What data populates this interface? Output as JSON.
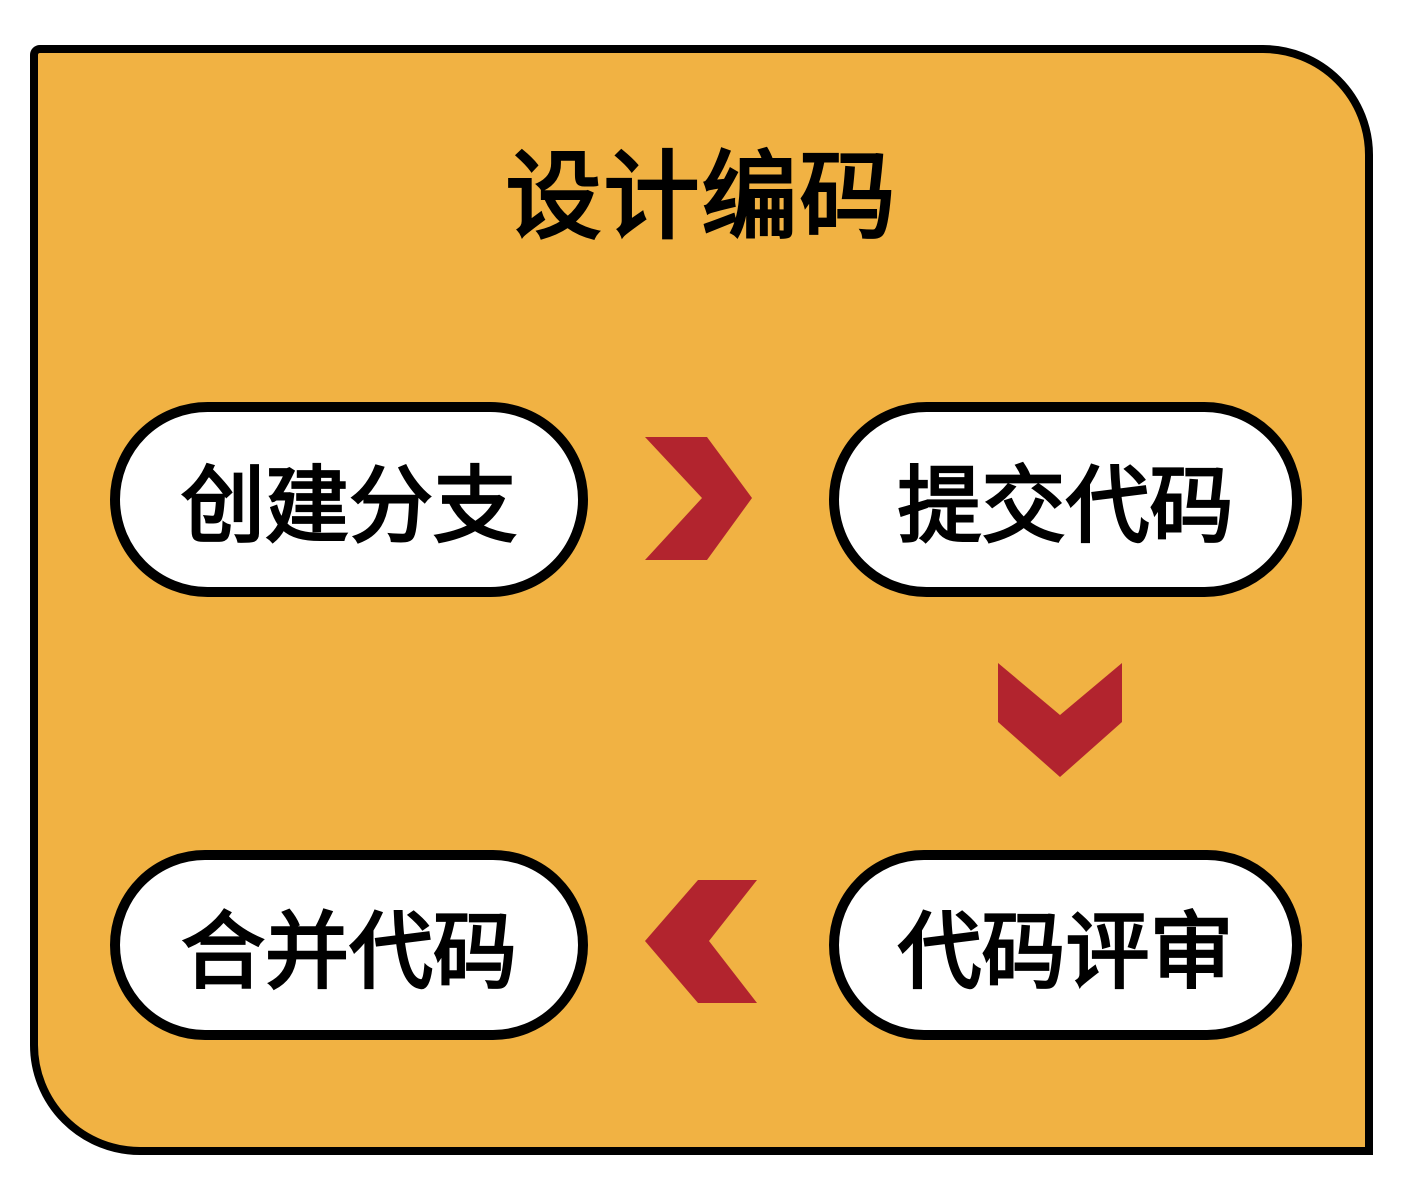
{
  "diagram": {
    "title": "设计编码",
    "nodes": [
      {
        "id": "create-branch",
        "label": "创建分支"
      },
      {
        "id": "commit-code",
        "label": "提交代码"
      },
      {
        "id": "code-review",
        "label": "代码评审"
      },
      {
        "id": "merge-code",
        "label": "合并代码"
      }
    ],
    "arrows": [
      {
        "icon": "chevron-right-icon",
        "from": "创建分支",
        "to": "提交代码",
        "direction": "right"
      },
      {
        "icon": "chevron-down-icon",
        "from": "提交代码",
        "to": "代码评审",
        "direction": "down"
      },
      {
        "icon": "chevron-left-icon",
        "from": "代码评审",
        "to": "合并代码",
        "direction": "left"
      }
    ],
    "colors": {
      "canvas": "#F1B243",
      "arrow": "#B2242E",
      "node_fill": "#FFFFFF",
      "outline": "#000000"
    }
  }
}
